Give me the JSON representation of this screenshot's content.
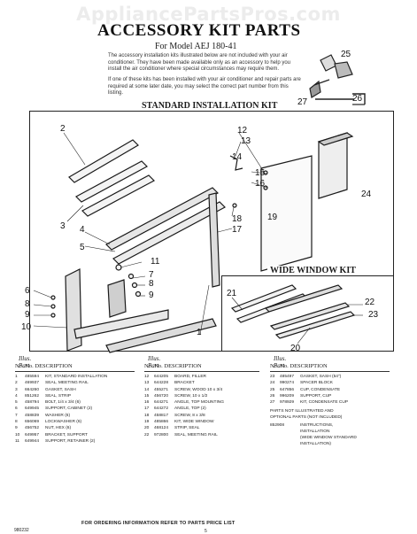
{
  "watermark": "AppliancePartsPros.com",
  "title": "ACCESSORY KIT PARTS",
  "model_line": "For Model AEJ 180-41",
  "intro_1": "The accessory installation kits illustrated below are not included with your air conditioner. They have been made available only as an accessory to help you install the air conditioner where special circumstances may require them.",
  "intro_2": "If one of these kits has been installed with your air conditioner and repair parts are required at some later date, you may select the correct part number from this listing.",
  "section_standard": "STANDARD INSTALLATION KIT",
  "section_wide": "WIDE WINDOW KIT",
  "callouts": [
    "1",
    "2",
    "3",
    "4",
    "5",
    "6",
    "7",
    "8",
    "9",
    "10",
    "11",
    "12",
    "13",
    "14",
    "15",
    "16",
    "17",
    "18",
    "19",
    "20",
    "21",
    "22",
    "23",
    "24",
    "25",
    "26",
    "27"
  ],
  "columns": [
    {
      "header_top": "Illus. Part",
      "header_bottom": "No.  No.      DESCRIPTION",
      "rows": [
        {
          "no": "1",
          "part": "485594",
          "desc": "KIT, STANDARD INSTALLATION"
        },
        {
          "no": "2",
          "part": "469937",
          "desc": "SEAL, MEETING RAIL"
        },
        {
          "no": "3",
          "part": "664260",
          "desc": "GASKET, SASH"
        },
        {
          "no": "4",
          "part": "851262",
          "desc": "SEAL, STRIP"
        },
        {
          "no": "5",
          "part": "458794",
          "desc": "BOLT, 1/4 x 3/4 (6)"
        },
        {
          "no": "6",
          "part": "649945",
          "desc": "SUPPORT, CABINET (2)"
        },
        {
          "no": "7",
          "part": "458839",
          "desc": "WASHER (6)"
        },
        {
          "no": "8",
          "part": "656069",
          "desc": "LOCKWASHER (6)"
        },
        {
          "no": "9",
          "part": "456752",
          "desc": "NUT, HEX (6)"
        },
        {
          "no": "10",
          "part": "649957",
          "desc": "BRACKET, SUPPORT"
        },
        {
          "no": "11",
          "part": "649944",
          "desc": "SUPPORT, RETAINER (2)"
        }
      ]
    },
    {
      "header_top": "Illus. Part",
      "header_bottom": "No.  No.      DESCRIPTION",
      "rows": [
        {
          "no": "12",
          "part": "644205",
          "desc": "BOARD, FILLER"
        },
        {
          "no": "13",
          "part": "644228",
          "desc": "BRACKET"
        },
        {
          "no": "14",
          "part": "455271",
          "desc": "SCREW, WOOD 10 x 3/4"
        },
        {
          "no": "15",
          "part": "456720",
          "desc": "SCREW, 10 x 1/2"
        },
        {
          "no": "16",
          "part": "644271",
          "desc": "ANGLE, TOP MOUNTING"
        },
        {
          "no": "17",
          "part": "644272",
          "desc": "ANGLE, TOP (2)"
        },
        {
          "no": "18",
          "part": "458817",
          "desc": "SCREW, 8 x 3/8"
        },
        {
          "no": "19",
          "part": "485866",
          "desc": "KIT, WIDE WINDOW"
        },
        {
          "no": "20",
          "part": "468124",
          "desc": "STRIP, SEAL"
        },
        {
          "no": "22",
          "part": "972800",
          "desc": "SEAL, MEETING RAIL"
        }
      ]
    },
    {
      "header_top": "Illus. Part",
      "header_bottom": "No.  No.      DESCRIPTION",
      "rows": [
        {
          "no": "23",
          "part": "485497",
          "desc": "GASKET, SASH (54\")"
        },
        {
          "no": "24",
          "part": "990274",
          "desc": "SPACER BLOCK"
        },
        {
          "no": "25",
          "part": "647856",
          "desc": "CUP, CONDENSATE"
        },
        {
          "no": "26",
          "part": "996209",
          "desc": "SUPPORT, CUP"
        },
        {
          "no": "27",
          "part": "978929",
          "desc": "KIT, CONDENSATE CUP"
        }
      ],
      "note_1": "PARTS NOT ILLUSTRATED AND\nOPTIONAL PARTS (NOT INCLUDED)",
      "note_2_part": "852908",
      "note_2": "INSTRUCTIONS,\nINSTALLATION\n(WIDE WINDOW STANDARD\nINSTALLATION)"
    }
  ],
  "footer": "FOR ORDERING INFORMATION REFER TO PARTS PRICE LIST",
  "footer_code": "980232",
  "page_number": "5"
}
